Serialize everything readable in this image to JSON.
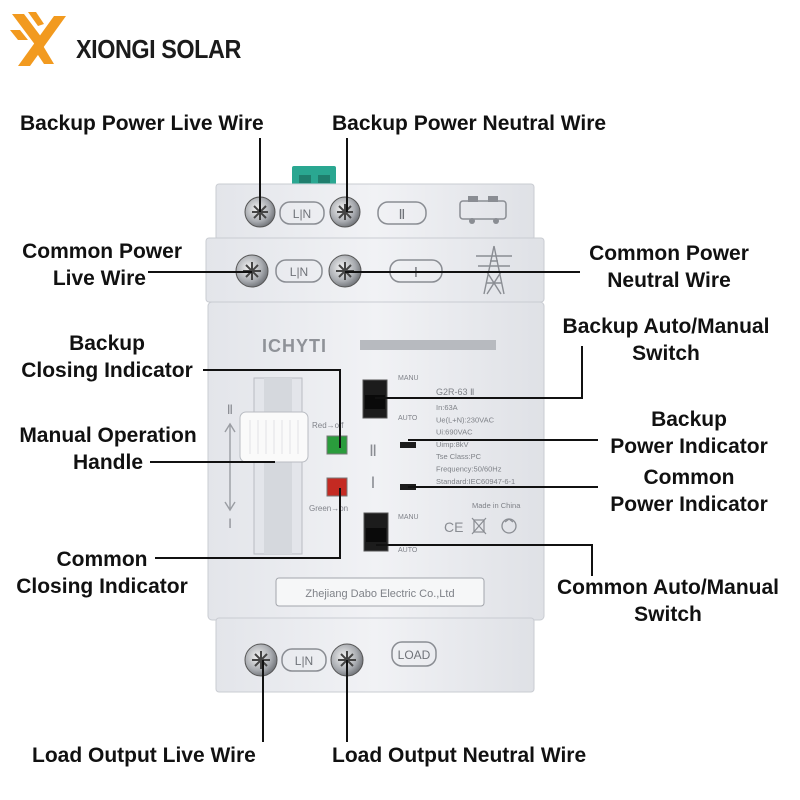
{
  "brand": {
    "name": "XIONGI SOLAR",
    "colors": {
      "orange": "#f29a1f",
      "dark": "#1b1b1b"
    }
  },
  "device": {
    "maker_mark": "ICHYTI",
    "model": "G2R-63 Ⅱ",
    "specs": [
      "In:63A",
      "Ue(L+N):230VAC",
      "Ui:690VAC",
      "Uimp:8kV",
      "Tse Class:PC",
      "Frequency:50/60Hz",
      "Standard:IEC60947-6-1"
    ],
    "made_in": "Made in China",
    "certifications": "CE",
    "manufacturer_plate": "Zhejiang Dabo Electric Co.,Ltd",
    "terminal_label": "L|N",
    "backup_mark": "Ⅱ",
    "common_mark": "Ⅰ",
    "load_mark": "LOAD",
    "switch_top_label": "MANU",
    "switch_bottom_label": "AUTO",
    "red_indicator_note": "Red→off",
    "green_indicator_note": "Green→on",
    "handle_top_mark": "Ⅱ",
    "handle_bottom_mark": "Ⅰ",
    "indicator_mark_backup": "Ⅱ",
    "indicator_mark_common": "Ⅰ",
    "colors": {
      "body": "#ebedf1",
      "shadow": "#c9ccd2",
      "green": "#2a9c3c",
      "red": "#c42a22",
      "clip": "#2aa791"
    }
  },
  "callouts": {
    "backup_live": "Backup Power Live Wire",
    "backup_neutral": "Backup Power Neutral Wire",
    "common_live": [
      "Common Power",
      "Live Wire"
    ],
    "common_neutral": [
      "Common Power",
      "Neutral Wire"
    ],
    "backup_closing": [
      "Backup",
      "Closing Indicator"
    ],
    "backup_switch": [
      "Backup Auto/Manual",
      "Switch"
    ],
    "manual_handle": [
      "Manual Operation",
      "Handle"
    ],
    "backup_power_indicator": [
      "Backup",
      "Power Indicator"
    ],
    "common_power_indicator": [
      "Common",
      "Power Indicator"
    ],
    "common_closing": [
      "Common",
      "Closing Indicator"
    ],
    "common_switch": [
      "Common Auto/Manual",
      "Switch"
    ],
    "load_live": "Load Output Live Wire",
    "load_neutral": "Load Output Neutral Wire"
  }
}
